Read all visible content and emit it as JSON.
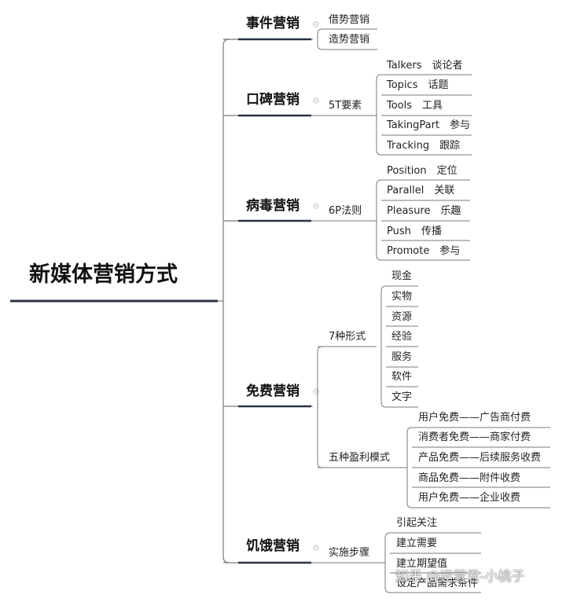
{
  "root": "新媒体营销方式",
  "branches": [
    {
      "title": "事件营销",
      "leaves": [
        "借势营销",
        "造势营销"
      ]
    },
    {
      "title": "口碑营销",
      "sub": [
        {
          "label": "5T要素",
          "leaves": [
            "Talkers　谈论者",
            "Topics　话题",
            "Tools　工具",
            "TakingPart　参与",
            "Tracking　跟踪"
          ]
        }
      ]
    },
    {
      "title": "病毒营销",
      "sub": [
        {
          "label": "6P法则",
          "leaves": [
            "Position　定位",
            "Parallel　关联",
            "Pleasure　乐趣",
            "Push　传播",
            "Promote　参与"
          ]
        }
      ]
    },
    {
      "title": "免费营销",
      "sub": [
        {
          "label": "7种形式",
          "leaves": [
            "现金",
            "实物",
            "资源",
            "经验",
            "服务",
            "软件",
            "文字"
          ]
        },
        {
          "label": "五种盈利模式",
          "leaves": [
            "用户免费——广告商付费",
            "消费者免费——商家付费",
            "产品免费——后续服务收费",
            "商品免费——附件收费",
            "用户免费——企业收费"
          ]
        }
      ]
    },
    {
      "title": "饥饿营销",
      "sub": [
        {
          "label": "实施步骤",
          "leaves": [
            "引起关注",
            "建立需要",
            "建立期望值",
            "设定产品需求条件"
          ]
        }
      ]
    }
  ],
  "watermark": "知乎 @运营君-小桃子",
  "colors": {
    "line": "#7a7a7a",
    "rootUnderline": "#2a3344",
    "catUnderline": "#2a3344"
  }
}
